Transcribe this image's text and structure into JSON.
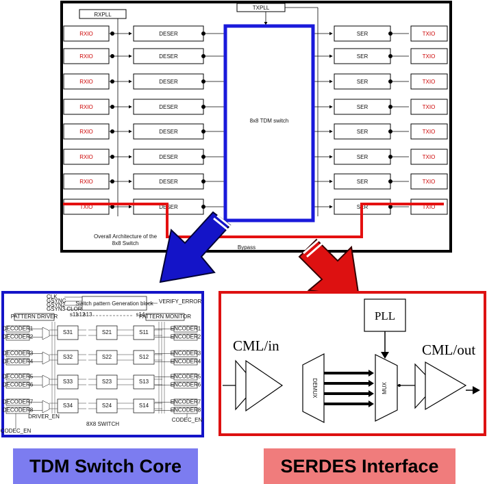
{
  "top_diagram": {
    "rxpll": "RXPLL",
    "txpll": "TXPLL",
    "rows": [
      {
        "rx": "RXIO",
        "deser": "DESER",
        "ser": "SER",
        "tx": "TXIO"
      },
      {
        "rx": "RXIO",
        "deser": "DESER",
        "ser": "SER",
        "tx": "TXIO"
      },
      {
        "rx": "RXIO",
        "deser": "DESER",
        "ser": "SER",
        "tx": "TXIO"
      },
      {
        "rx": "RXIO",
        "deser": "DESER",
        "ser": "SER",
        "tx": "TXIO"
      },
      {
        "rx": "RXIO",
        "deser": "DESER",
        "ser": "SER",
        "tx": "TXIO"
      },
      {
        "rx": "RXIO",
        "deser": "DESER",
        "ser": "SER",
        "tx": "TXIO"
      },
      {
        "rx": "RXIO",
        "deser": "DESER",
        "ser": "SER",
        "tx": "TXIO"
      },
      {
        "rx": "TXIO",
        "deser": "DESER",
        "ser": "SER",
        "tx": "TXIO"
      }
    ],
    "switch_label": "8x8 TDM switch",
    "caption_line1": "Overall Architecture of the",
    "caption_line2": "8x8 Switch",
    "bypass": "Bypass"
  },
  "tdm_core": {
    "signals": [
      "CLK",
      "GSYNC",
      "GSYN2",
      "GSYN3 CLOR"
    ],
    "generation_block": "Switch pattern Generation block",
    "verify_error": "VERIFY_ERROR",
    "pattern_driver": "PATTERN DRIVER",
    "pattern_monitor": "PATTERN MONITOR",
    "decoders": [
      "DECODER1",
      "DECODER2",
      "DECODER3",
      "DECODER4",
      "DECODER5",
      "DECODER6",
      "DECODER7",
      "DECODER8"
    ],
    "encoders": [
      "ENCODER1",
      "ENCODER2",
      "ENCODER3",
      "ENCODER4",
      "ENCODER5",
      "ENCODER6",
      "ENCODER7",
      "ENCODER8"
    ],
    "switch_cells": [
      [
        "S31",
        "S21",
        "S11"
      ],
      [
        "S32",
        "S22",
        "S12"
      ],
      [
        "S33",
        "S23",
        "S13"
      ],
      [
        "S34",
        "S24",
        "S14"
      ]
    ],
    "s_labels": [
      "s11",
      "s12",
      "s13",
      "s14"
    ],
    "switch_caption": "8X8 SWITCH",
    "driver_en": "DRIVER_EN",
    "codec_en_left": "CODEC_EN",
    "codec_en_right": "CODEC_EN"
  },
  "serdes": {
    "pll": "PLL",
    "cml_in": "CML/in",
    "cml_out": "CML/out",
    "demux": "DEMUX",
    "mux": "MUX"
  },
  "captions": {
    "left": "TDM Switch Core",
    "right": "SERDES Interface"
  },
  "colors": {
    "switch_outline": "#1a1adb",
    "bypass_line": "#e41010",
    "left_caption_bg": "#7c7cf0",
    "right_caption_bg": "#f07c7c",
    "left_frame": "#1414c8",
    "right_frame": "#dd1111"
  }
}
